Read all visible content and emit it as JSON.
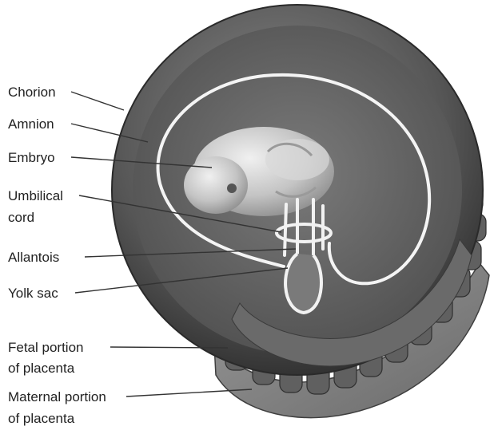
{
  "labels": {
    "chorion": "Chorion",
    "amnion": "Amnion",
    "embryo": "Embryo",
    "umbilical_line1": "Umbilical",
    "umbilical_line2": "cord",
    "allantois": "Allantois",
    "yolk_sac": "Yolk sac",
    "fetal_line1": "Fetal portion",
    "fetal_line2": "of placenta",
    "maternal_line1": "Maternal portion",
    "maternal_line2": "of placenta"
  },
  "colors": {
    "chorion_outer": "#4a4a4a",
    "cavity": "#6b6b6b",
    "amnion_line": "#f4f4f4",
    "embryo": "#cfcfcf",
    "placenta": "#777777",
    "villi": "#5c5c5c",
    "leader_line": "#333333",
    "text": "#222222"
  }
}
